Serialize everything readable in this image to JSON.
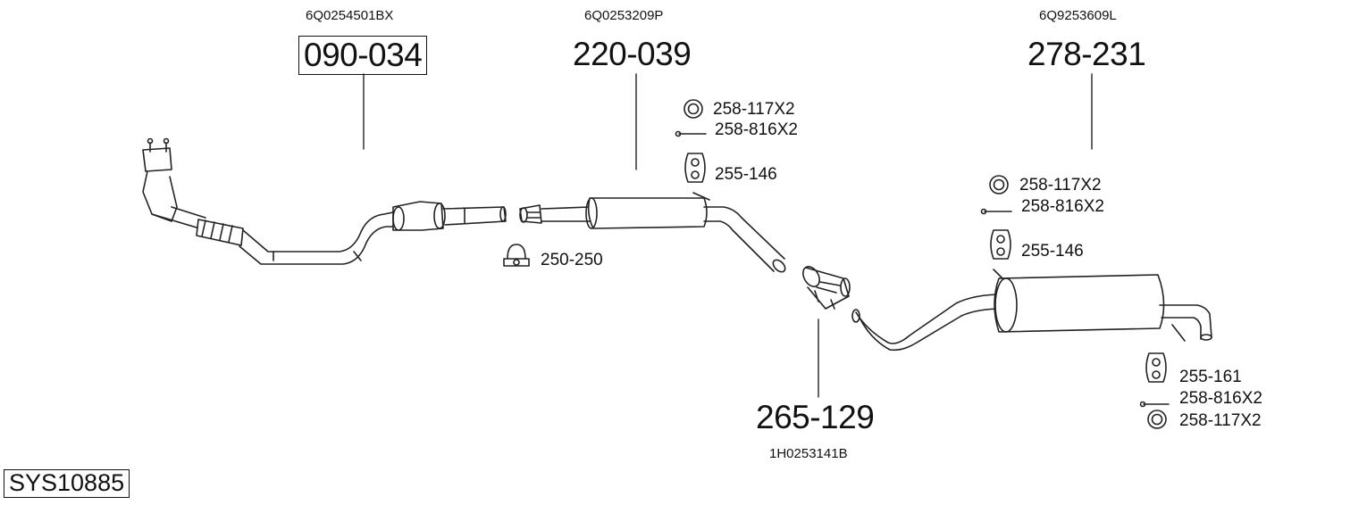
{
  "system_code": "SYS10885",
  "sections": [
    {
      "oe": "6Q0254501BX",
      "part": "090-034"
    },
    {
      "oe": "6Q0253209P",
      "part": "220-039"
    },
    {
      "oe": "1H0253141B",
      "part": "265-129"
    },
    {
      "oe": "6Q9253609L",
      "part": "278-231"
    }
  ],
  "accessories": {
    "clamp_mid": "250-250",
    "group1": {
      "ring": "258-117X2",
      "bolt": "258-816X2",
      "hanger": "255-146"
    },
    "group2": {
      "ring": "258-117X2",
      "bolt": "258-816X2",
      "hanger": "255-146"
    },
    "group3": {
      "hanger": "255-161",
      "bolt": "258-816X2",
      "ring": "258-117X2"
    }
  }
}
